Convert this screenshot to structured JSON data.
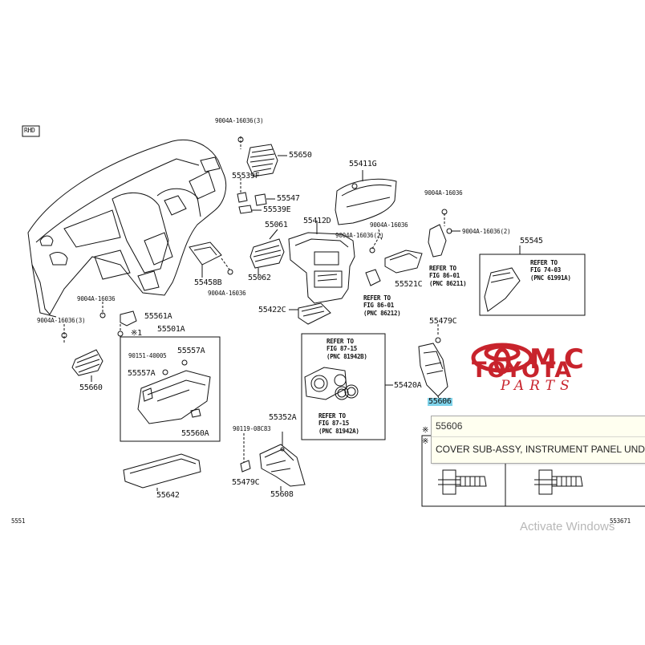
{
  "diagram": {
    "rhd_label": "RHD",
    "page_left": "5551",
    "page_right": "553671",
    "callouts": {
      "c_9004a_top": "9004A-16036(3)",
      "c_55650": "55650",
      "c_55539f": "55539F",
      "c_55547": "55547",
      "c_55539e": "55539E",
      "c_55411g": "55411G",
      "c_9004a_r1": "9004A-16036",
      "c_55412d": "55412D",
      "c_55061": "55061",
      "c_9004a_mid": "9004A-16036",
      "c_9004a_mid2": "9004A-16036(2)",
      "c_9004a_r2": "9004A-16036(2)",
      "c_55545": "55545",
      "c_55458b": "55458B",
      "c_55062": "55062",
      "c_9004a_lo": "9004A-16036",
      "c_55521c": "55521C",
      "c_55422c": "55422C",
      "c_9004a_left1": "9004A-16036",
      "c_9004a_left2": "9004A-16036(3)",
      "c_55561a": "55561A",
      "c_x1": "※1",
      "c_55501a": "55501A",
      "c_55479c_top": "55479C",
      "c_90151": "90151-40005",
      "c_55557a_1": "55557A",
      "c_55557a_2": "55557A",
      "c_55660": "55660",
      "c_55420a": "55420A",
      "c_55606": "55606",
      "c_55560a": "55560A",
      "c_90119": "90119-08C83",
      "c_55352a": "55352A",
      "c_55479c_bot": "55479C",
      "c_55608": "55608",
      "c_55642": "55642",
      "c_x_box": "※",
      "c_x_box2": "※"
    },
    "refer_notes": {
      "ref_86_01_a": "REFER TO\nFIG 86-01\n(PNC 86211)",
      "ref_74_03": "REFER TO\nFIG 74-03\n(PNC 61991A)",
      "ref_86_01_b": "REFER TO\nFIG 86-01\n(PNC 86212)",
      "ref_87_15_a": "REFER TO\nFIG 87-15\n(PNC 81942B)",
      "ref_87_15_b": "REFER TO\nFIG 87-15\n(PNC 81942A)"
    }
  },
  "tooltip": {
    "code": "55606",
    "description": "COVER SUB-ASSY, INSTRUMENT PANEL UNDER, N"
  },
  "watermark": {
    "brand_mc": "MC",
    "brand_toyota": "TOYOTA",
    "brand_parts": "PARTS",
    "brand_color": "#c8232c"
  },
  "os_overlay": {
    "activate_text": "Activate Windows"
  },
  "colors": {
    "highlight": "#7fd3ea",
    "tooltip_bg": "#fffff0",
    "line": "#111111"
  }
}
